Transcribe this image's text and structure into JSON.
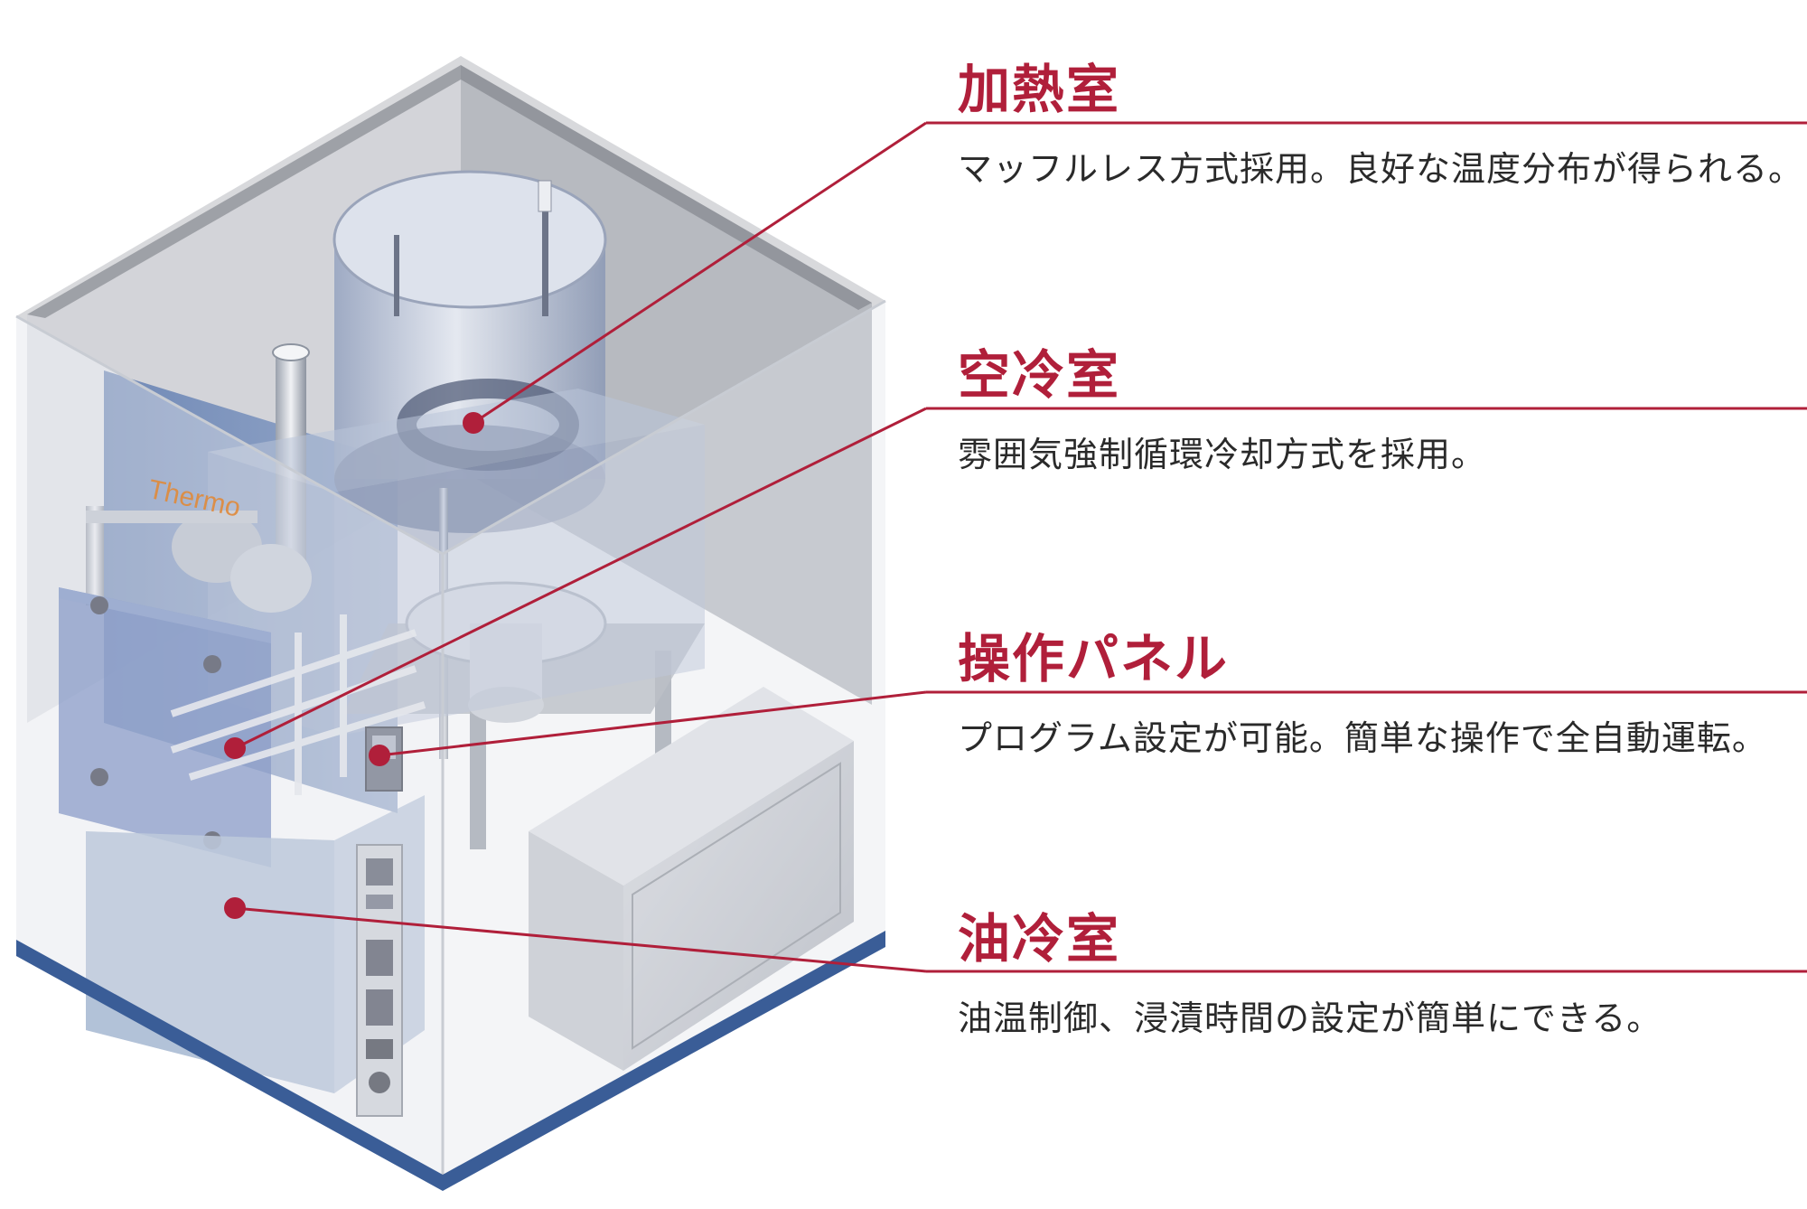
{
  "colors": {
    "accent": "#b01f3a",
    "description_text": "#2a2a2a",
    "base_stripe": "#3a5d97",
    "enclosure_glass": "#c9d3e2"
  },
  "machine": {
    "brand_text": "Thermo"
  },
  "callouts": [
    {
      "id": "heating",
      "title": "加熱室",
      "description": "マッフルレス方式採用。良好な温度分布が得られる。"
    },
    {
      "id": "air-cooling",
      "title": "空冷室",
      "description": "雰囲気強制循環冷却方式を採用。"
    },
    {
      "id": "control-panel",
      "title": "操作パネル",
      "description": "プログラム設定が可能。簡単な操作で全自動運転。"
    },
    {
      "id": "oil-cooling",
      "title": "油冷室",
      "description": "油温制御、浸漬時間の設定が簡単にできる。"
    }
  ]
}
